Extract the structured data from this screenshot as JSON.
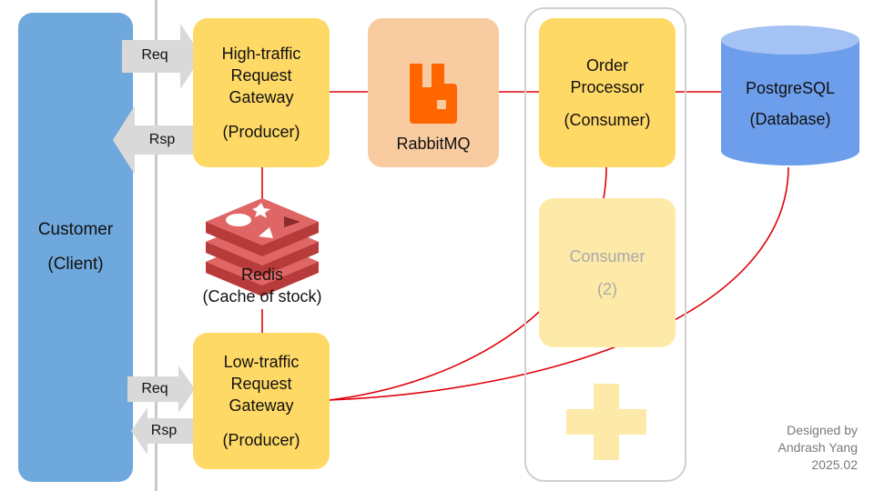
{
  "client": {
    "title": "Customer",
    "subtitle": "(Client)"
  },
  "high_gateway": {
    "title_line1": "High-traffic",
    "title_line2": "Request",
    "title_line3": "Gateway",
    "role": "(Producer)"
  },
  "low_gateway": {
    "title_line1": "Low-traffic",
    "title_line2": "Request",
    "title_line3": "Gateway",
    "role": "(Producer)"
  },
  "queue": {
    "label": "RabbitMQ",
    "icon": "rabbitmq-logo-icon"
  },
  "consumer": {
    "title_line1": "Order",
    "title_line2": "Processor",
    "role": "(Consumer)"
  },
  "consumer_extra": {
    "title": "Consumer",
    "count": "(2)"
  },
  "database": {
    "title": "PostgreSQL",
    "role": "(Database)"
  },
  "cache": {
    "title": "Redis",
    "role": "(Cache of stock)",
    "icon": "redis-logo-icon"
  },
  "arrows": {
    "req": "Req",
    "rsp": "Rsp"
  },
  "credit": {
    "line1": "Designed by",
    "line2": "Andrash Yang",
    "line3": "2025.02"
  },
  "colors": {
    "client": "#6fa8dc",
    "gateway": "#ffd966",
    "queue": "#f8cba0",
    "queue_logo": "#ff6600",
    "consumer_ghost": "#fdeaa8",
    "database": "#6d9eeb",
    "database_top": "#a4c2f4",
    "redis": "#e06666",
    "arrow": "#d9d9d9",
    "link": "#e0000a"
  }
}
